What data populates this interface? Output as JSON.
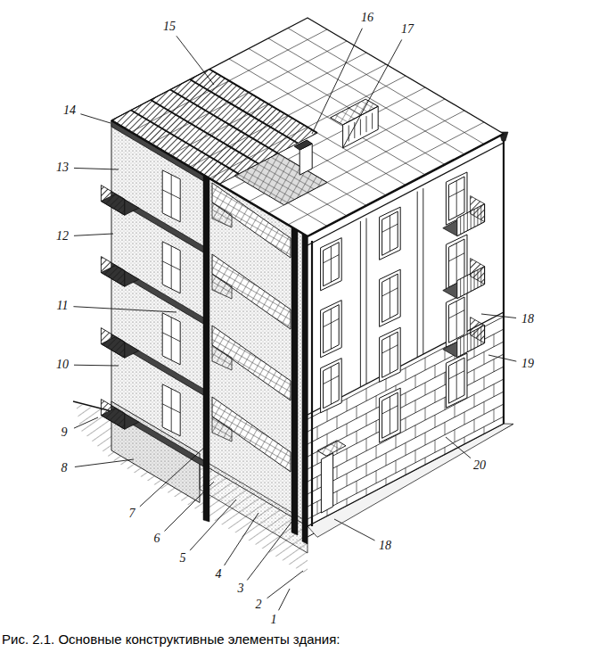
{
  "diagram": {
    "caption": "Рис. 2.1. Основные конструктивные элементы здания:",
    "labels": [
      "15",
      "16",
      "17",
      "14",
      "13",
      "12",
      "11",
      "18",
      "10",
      "19",
      "9",
      "8",
      "20",
      "7",
      "6",
      "5",
      "4",
      "3",
      "18",
      "2",
      "1"
    ]
  }
}
